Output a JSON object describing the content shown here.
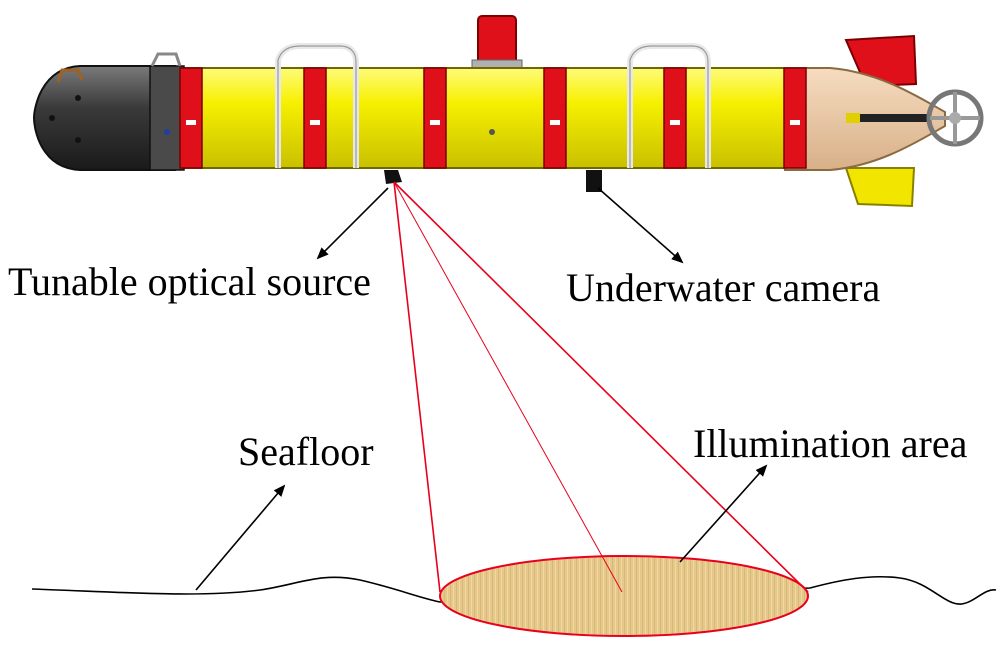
{
  "labels": {
    "source": "Tunable optical source",
    "camera": "Underwater camera",
    "seafloor": "Seafloor",
    "illumination": "Illumination area"
  },
  "colors": {
    "hull_yellow": "#f6f000",
    "band_red": "#e0101a",
    "nose_dark": "#3a3a3a",
    "tail_tan": "#ecc9a4",
    "beam_red": "#e8001c",
    "illum_fill": "#e6c98a"
  },
  "icons": {
    "vehicle": "auv-vehicle-icon",
    "source": "light-source-icon",
    "camera": "camera-icon"
  }
}
